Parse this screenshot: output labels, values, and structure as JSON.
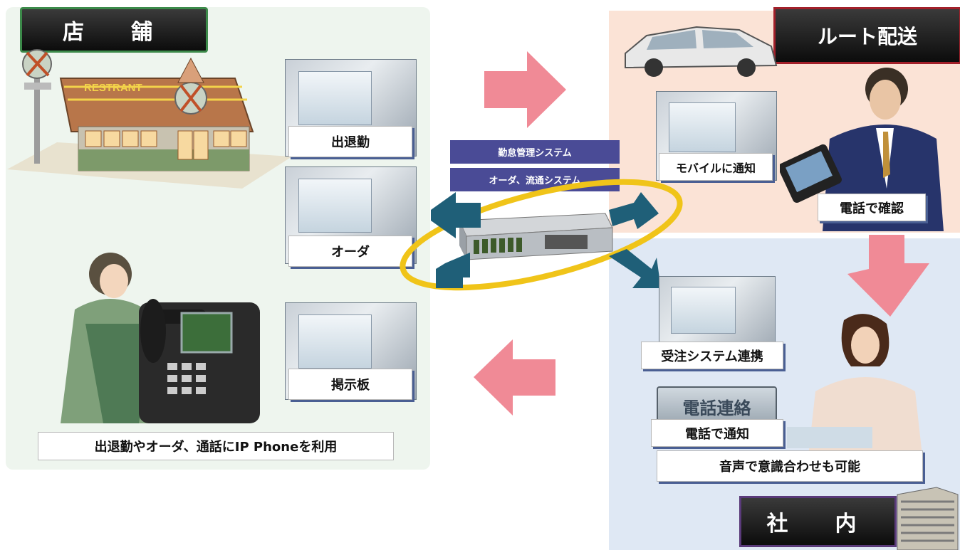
{
  "store": {
    "title": "店　舗",
    "sign_text": "RESTRANT",
    "screen_labels": [
      "出退勤",
      "オーダ",
      "掲示板"
    ],
    "caption": "出退勤やオーダ、通話にIP Phoneを利用"
  },
  "center": {
    "systems": [
      "勤怠管理システム",
      "オーダ、流通システム"
    ]
  },
  "route": {
    "title": "ルート配送",
    "mobile_label": "モバイルに通知",
    "phone_label": "電話で確認"
  },
  "office": {
    "title": "社　内",
    "order_label": "受注システム連携",
    "button_text": "電話連絡",
    "notify_label": "電話で通知",
    "voice_label": "音声で意識合わせも可能"
  },
  "colors": {
    "store_bg": "#eef5ee",
    "route_bg": "#fbe3d6",
    "office_bg": "#dfe8f4",
    "system_box": "#4a4b96",
    "teal_arrow": "#1f5f78",
    "pink_arrow": "#f08a96",
    "ring": "#f0c419"
  }
}
